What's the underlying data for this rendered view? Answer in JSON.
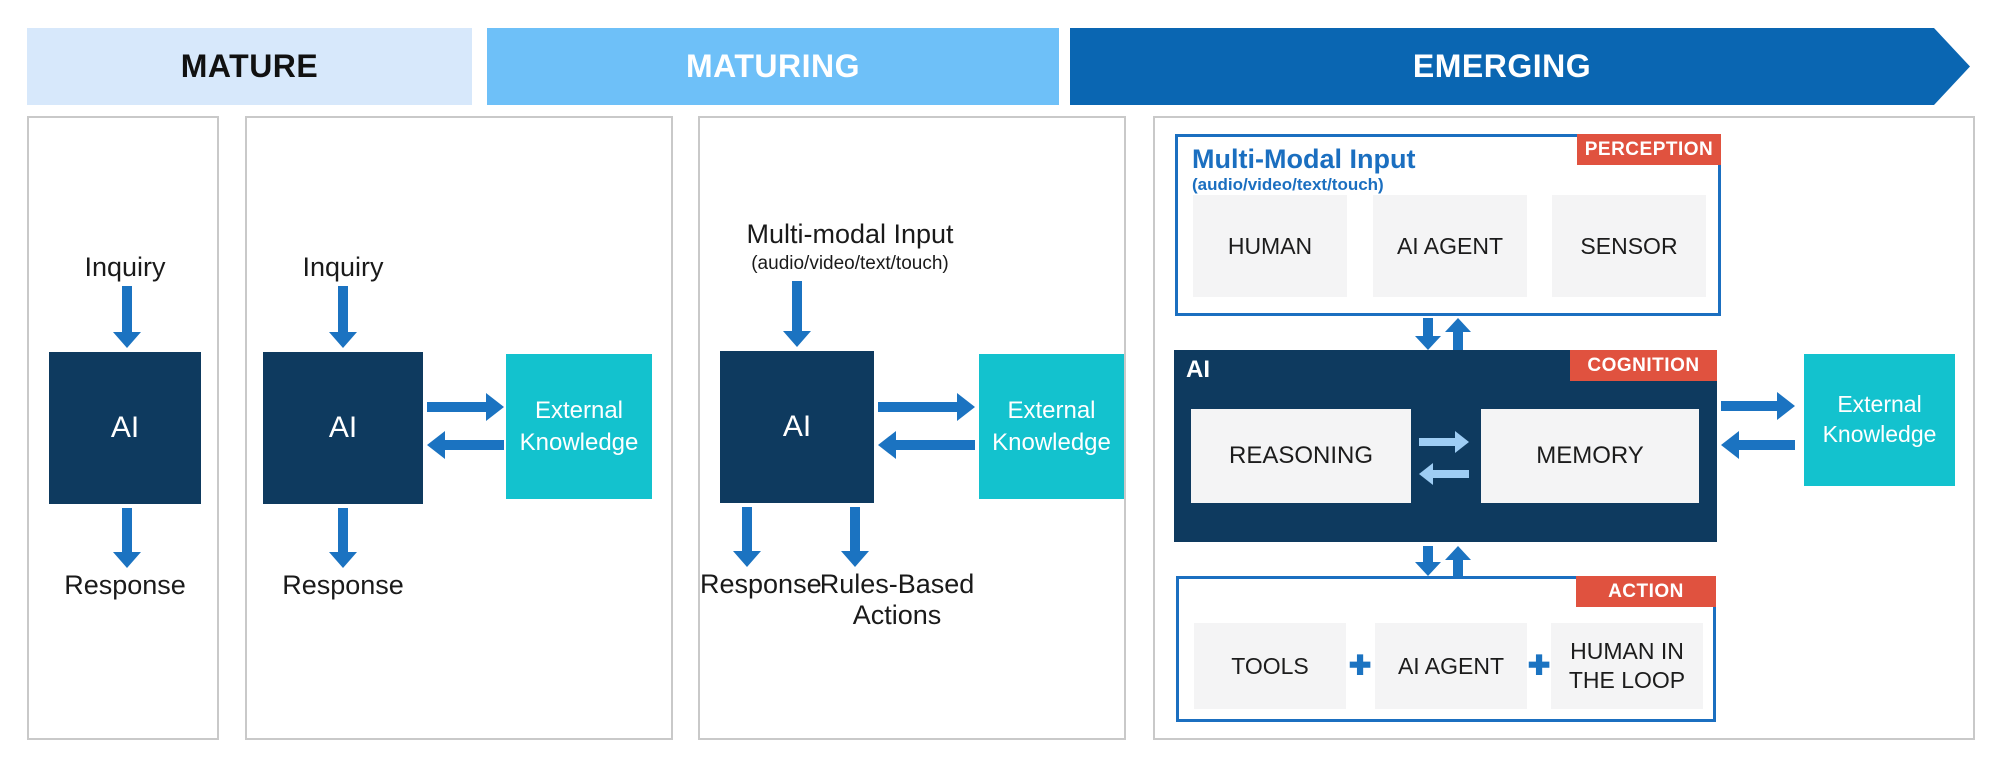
{
  "bands": [
    {
      "label": "MATURE"
    },
    {
      "label": "MATURING"
    },
    {
      "label": "EMERGING"
    }
  ],
  "panel1": {
    "input": "Inquiry",
    "ai": "AI",
    "output": "Response"
  },
  "panel2": {
    "input": "Inquiry",
    "ai": "AI",
    "external": "External Knowledge",
    "output": "Response"
  },
  "panel3": {
    "input_title": "Multi-modal Input",
    "input_subtitle": "(audio/video/text/touch)",
    "ai": "AI",
    "external": "External Knowledge",
    "output": "Response",
    "actions": "Rules-Based Actions"
  },
  "panel4": {
    "perception": {
      "title": "Multi-Modal Input",
      "subtitle": "(audio/video/text/touch)",
      "badge": "PERCEPTION",
      "items": [
        "HUMAN",
        "AI AGENT",
        "SENSOR"
      ]
    },
    "cognition": {
      "label": "AI",
      "badge": "COGNITION",
      "left": "REASONING",
      "right": "MEMORY"
    },
    "action": {
      "badge": "ACTION",
      "items": [
        "TOOLS",
        "AI AGENT",
        "HUMAN IN THE LOOP"
      ],
      "plus": "✚"
    },
    "external": "External Knowledge"
  },
  "colors": {
    "mature_band": "#d7e8fb",
    "maturing_band": "#6ec0f8",
    "emerging_band": "#0a66b2",
    "navy": "#0e3a5f",
    "teal": "#13c2ce",
    "arrow": "#1b73c1",
    "light_arrow": "#9ecdf4",
    "badge": "#e0523f",
    "section_border": "#1b6fc0",
    "panel_border": "#c9c9c9",
    "item_bg": "#f4f4f5",
    "blue_text": "#1b6fc0"
  }
}
